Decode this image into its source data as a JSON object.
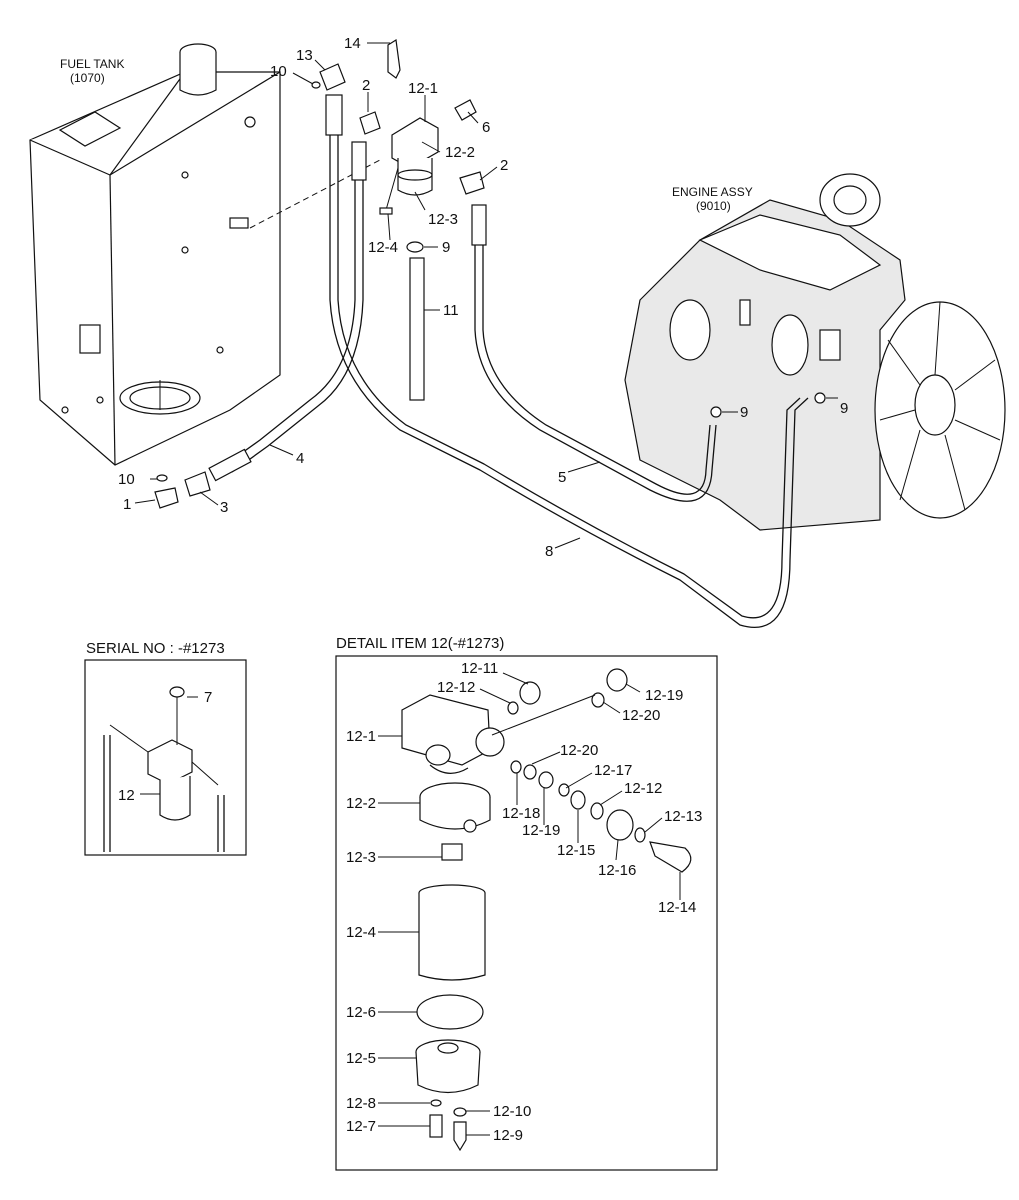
{
  "assemblies": {
    "fuel_tank": {
      "name": "FUEL TANK",
      "code": "(1070)"
    },
    "engine": {
      "name": "ENGINE ASSY",
      "code": "(9010)"
    }
  },
  "inset_serial": {
    "title": "SERIAL NO : -#1273",
    "labels": [
      "7",
      "12"
    ]
  },
  "inset_detail": {
    "title": "DETAIL ITEM 12(-#1273)",
    "labels": [
      "12-11",
      "12-12",
      "12-19",
      "12-20",
      "12-1",
      "12-20",
      "12-17",
      "12-12",
      "12-13",
      "12-2",
      "12-18",
      "12-19",
      "12-15",
      "12-16",
      "12-14",
      "12-3",
      "12-4",
      "12-6",
      "12-5",
      "12-8",
      "12-10",
      "12-7",
      "12-9"
    ]
  },
  "main_labels": [
    "14",
    "13",
    "10",
    "2",
    "12-1",
    "6",
    "12-2",
    "2",
    "12-3",
    "12-4",
    "9",
    "11",
    "9",
    "9",
    "4",
    "5",
    "8",
    "10",
    "1",
    "3"
  ]
}
